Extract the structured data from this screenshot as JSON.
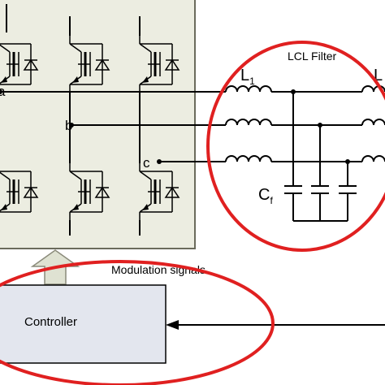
{
  "labels": {
    "node_a": "a",
    "node_b": "b",
    "node_c": "c",
    "filter_title": "LCL Filter",
    "inductor_main": "L",
    "inductor_main_sub": "1",
    "inductor_grid": "L",
    "capacitor": "C",
    "capacitor_sub": "f",
    "modulation": "Modulation signals",
    "controller": "Controller"
  },
  "colors": {
    "inverter_fill": "#ecede1",
    "inverter_border": "#6b6b5c",
    "ellipse_stroke": "#e02020",
    "controller_fill": "#e3e6ee",
    "arrow_fill": "#dfe2d2"
  }
}
